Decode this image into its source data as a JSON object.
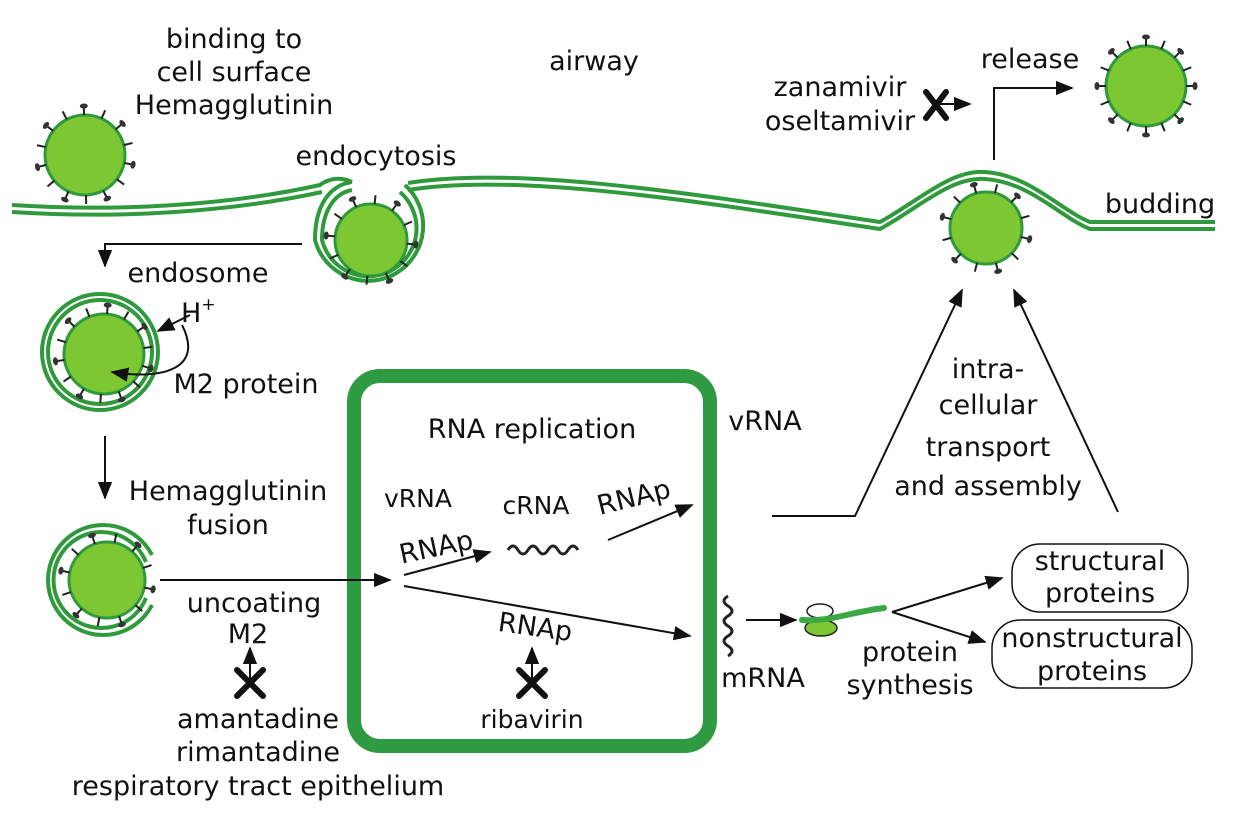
{
  "colors": {
    "membrane": "#2f9a3c",
    "virion_fill": "#7dc832",
    "nucleus_border": "#2e9a42",
    "ink": "#111111"
  },
  "labels": {
    "binding_line1": "binding to",
    "binding_line2": "cell surface",
    "binding_line3": "Hemagglutinin",
    "airway": "airway",
    "endocytosis": "endocytosis",
    "endosome": "endosome",
    "proton_base": "H",
    "proton_sup": "+",
    "m2_protein": "M2 protein",
    "hemagglutinin": "Hemagglutinin",
    "fusion": "fusion",
    "uncoating": "uncoating",
    "m2": "M2",
    "amantadine": "amantadine",
    "rimantadine": "rimantadine",
    "epithelium": "respiratory tract epithelium",
    "rna_replication": "RNA replication",
    "vrna_inside": "vRNA",
    "rnap_left": "RNAp",
    "crna": "cRNA",
    "rnap_right": "RNAp",
    "rnap_lower": "RNAp",
    "ribavirin": "ribavirin",
    "vrna_nucleus": "vRNA",
    "mrna": "mRNA",
    "protein": "protein",
    "synthesis": "synthesis",
    "structural_line1": "structural",
    "structural_line2": "proteins",
    "nonstructural_line1": "nonstructural",
    "nonstructural_line2": "proteins",
    "intra": "intra-",
    "cellular": "cellular",
    "transport": "transport",
    "and_assembly": "and assembly",
    "zanamivir": "zanamivir",
    "oseltamivir": "oseltamivir",
    "release": "release",
    "budding": "budding"
  },
  "icons": {
    "inhibition_x": "x-mark-icon",
    "ribosome": "ribosome-icon",
    "virion": "virion-icon"
  }
}
